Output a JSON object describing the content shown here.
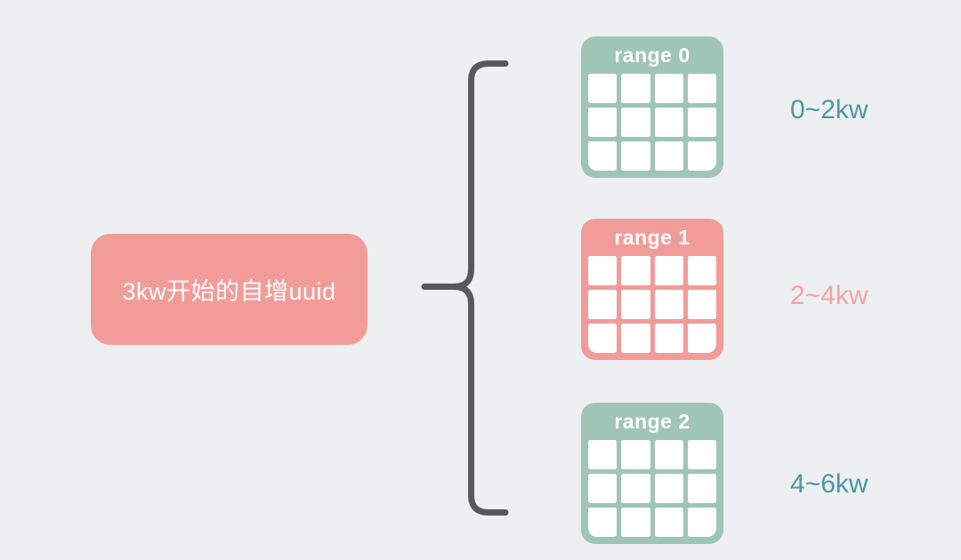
{
  "diagram": {
    "source_node": {
      "label": "3kw开始的自增uuid"
    },
    "ranges": [
      {
        "title": "range 0",
        "range_label": "0~2kw",
        "theme": "teal",
        "grid": {
          "rows": 3,
          "cols": 4
        }
      },
      {
        "title": "range 1",
        "range_label": "2~4kw",
        "theme": "pink",
        "grid": {
          "rows": 3,
          "cols": 4
        }
      },
      {
        "title": "range 2",
        "range_label": "4~6kw",
        "theme": "teal",
        "grid": {
          "rows": 3,
          "cols": 4
        }
      }
    ]
  },
  "colors": {
    "background": "#EEEFF1",
    "pink": "#F29C9A",
    "teal": "#9FC5B6",
    "teal_text": "#4B97A5",
    "pink_text": "#F5A3A1",
    "brace": "#58595B",
    "node_text": "#FFFFFF",
    "cell": "#FFFFFF"
  }
}
